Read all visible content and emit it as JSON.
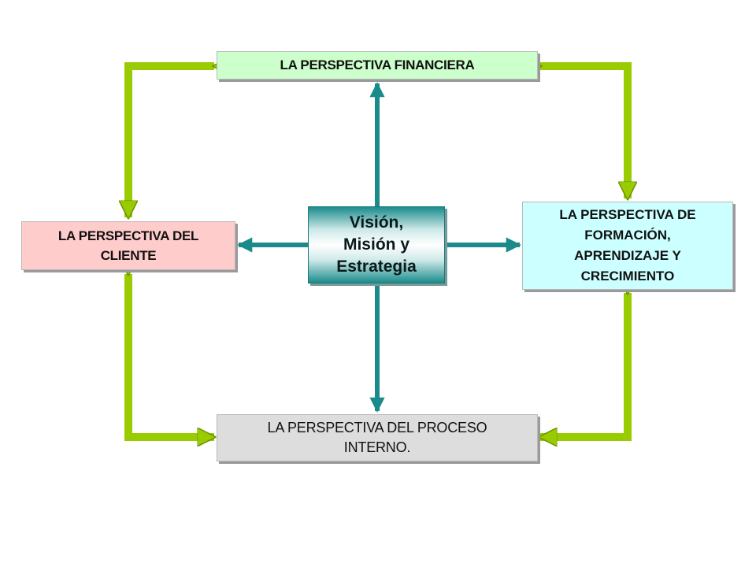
{
  "diagram": {
    "center": {
      "lines": [
        "Visión,",
        "Misión y",
        "Estrategia"
      ]
    },
    "financial": {
      "lines": [
        "LA PERSPECTIVA FINANCIERA"
      ]
    },
    "customer": {
      "lines": [
        "LA PERSPECTIVA DEL",
        "CLIENTE"
      ]
    },
    "learning": {
      "lines": [
        "LA PERSPECTIVA DE",
        "FORMACIÓN,",
        "APRENDIZAJE Y",
        "CRECIMIENTO"
      ]
    },
    "process": {
      "lines": [
        "LA PERSPECTIVA DEL PROCESO",
        "INTERNO."
      ]
    }
  },
  "colors": {
    "green_arrow": "#99cc00",
    "teal_arrow": "#1a8a8a",
    "financial_bg": "#ccffcc",
    "customer_bg": "#ffcccc",
    "learning_bg": "#ccffff",
    "process_bg": "#dddddd"
  }
}
